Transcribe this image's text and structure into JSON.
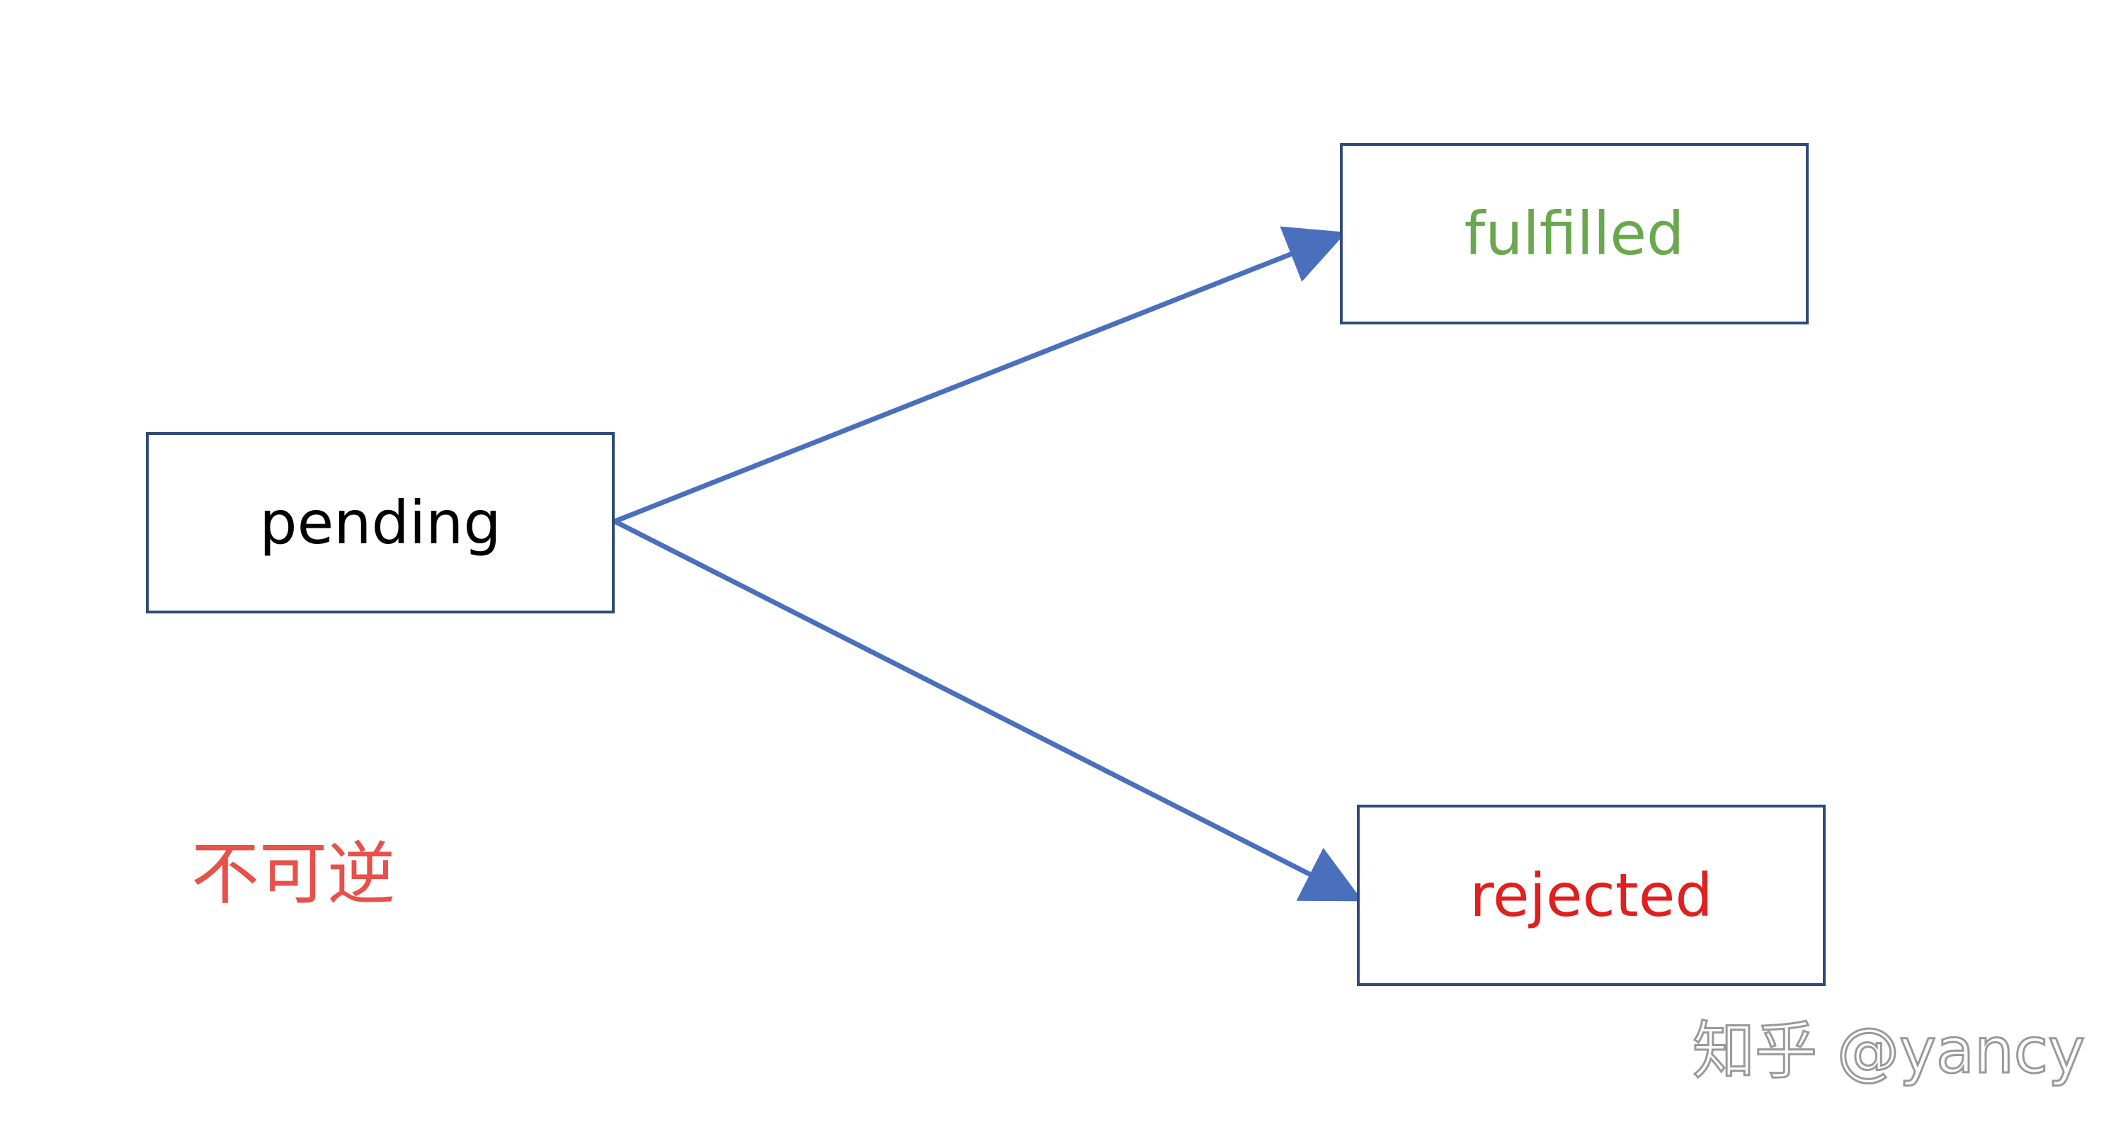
{
  "nodes": {
    "pending": {
      "label": "pending",
      "color": "#000000"
    },
    "fulfilled": {
      "label": "fulfilled",
      "color": "#6aa84f"
    },
    "rejected": {
      "label": "rejected",
      "color": "#e01f1f"
    }
  },
  "note": {
    "text": "不可逆",
    "color": "#e8504a"
  },
  "watermark": {
    "text": "知乎 @yancy"
  },
  "colors": {
    "arrow": "#4a6fbd",
    "box_border": "#2f4a78"
  },
  "edges": [
    {
      "from": "pending",
      "to": "fulfilled"
    },
    {
      "from": "pending",
      "to": "rejected"
    }
  ]
}
